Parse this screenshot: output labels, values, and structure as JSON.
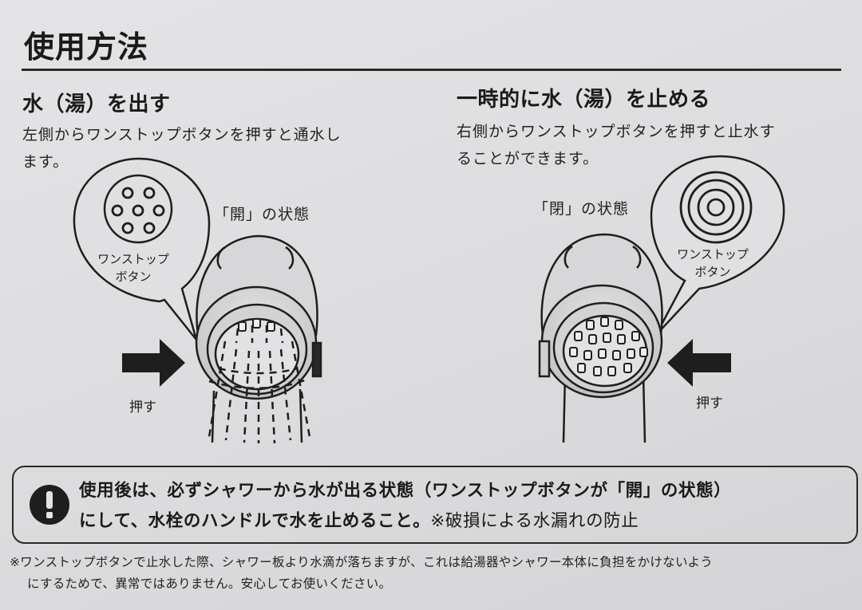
{
  "page": {
    "title": "使用方法"
  },
  "sections": [
    {
      "id": "open",
      "heading": "水（湯）を出す",
      "description": "左側からワンストップボタンを押すと通水します。",
      "description_lines": [
        "左側からワンストップボタンを押すと通水し",
        "ます。"
      ],
      "state_label": "「開」の状態",
      "bubble_label_lines": [
        "ワンストップ",
        "ボタン"
      ],
      "button_icon": "seven-hole-button-icon",
      "press_label": "押す",
      "arrow_direction": "right",
      "water_flowing": true
    },
    {
      "id": "closed",
      "heading": "一時的に水（湯）を止める",
      "description": "右側からワンストップボタンを押すと止水することができます。",
      "description_lines": [
        "右側からワンストップボタンを押すと止水す",
        "ることができます。"
      ],
      "state_label": "「閉」の状態",
      "bubble_label_lines": [
        "ワンストップ",
        "ボタン"
      ],
      "button_icon": "concentric-rings-button-icon",
      "press_label": "押す",
      "arrow_direction": "left",
      "water_flowing": false
    }
  ],
  "warning": {
    "icon": "exclamation-circle-icon",
    "line1": "使用後は、必ずシャワーから水が出る状態（ワンストップボタンが「開」の状態）",
    "line2_bold": "にして、水栓のハンドルで水を止めること。",
    "line2_regular": "※破損による水漏れの防止"
  },
  "footnote": {
    "line1": "※ワンストップボタンで止水した際、シャワー板より水滴が落ちますが、これは給湯器やシャワー本体に負担をかけないよう",
    "line2": "にするためで、異常ではありません。安心してお使いください。"
  },
  "colors": {
    "ink": "#1e1e1e",
    "paper": "#e0e0e2",
    "shade": "#c9c9cb"
  }
}
